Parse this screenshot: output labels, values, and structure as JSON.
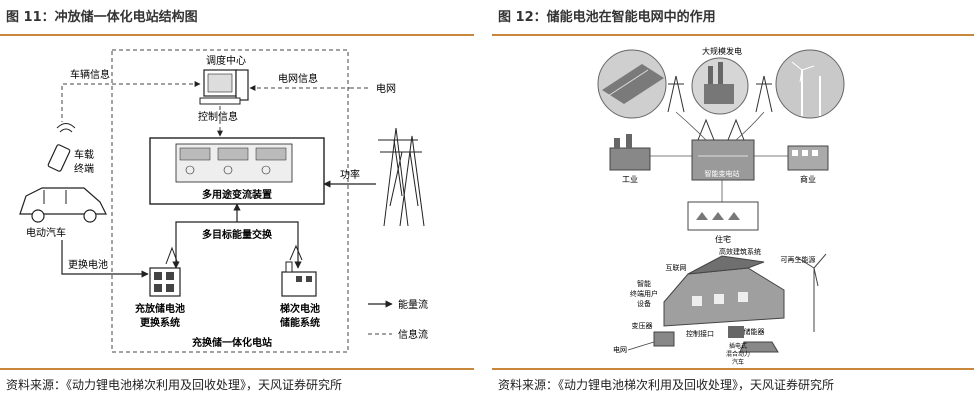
{
  "left": {
    "title": "图 11：冲放储一体化电站结构图",
    "source": "资料来源：《动力锂电池梯次利用及回收处理》，天风证券研究所",
    "diagram": {
      "dispatch_center": "调度中心",
      "vehicle_info": "车辆信息",
      "grid_info": "电网信息",
      "grid": "电网",
      "control_info": "控制信息",
      "converter": "多用途变流装置",
      "power": "功率",
      "vehicle_terminal": "车载终端",
      "ev": "电动汽车",
      "multi_target_exchange": "多目标能量交换",
      "swap_battery": "更换电池",
      "charge_swap_system": "充放储电池更换系统",
      "cascade_storage_system": "梯次电池储能系统",
      "station_name": "充换储一体化电站",
      "legend_energy": "能量流",
      "legend_info": "信息流"
    }
  },
  "right": {
    "title": "图 12：储能电池在智能电网中的作用",
    "source": "资料来源：《动力锂电池梯次利用及回收处理》，天风证券研究所",
    "diagram": {
      "large_plant": "大规模发电",
      "industry": "工业",
      "commerce": "商业",
      "substation": "智能变电站",
      "residential": "住宅",
      "efficient_building": "高效建筑系统",
      "internet": "互联网",
      "renewable": "可再生能源",
      "smart_terminal": "智能终端用户设备",
      "transformer": "变压器",
      "control_interface": "控制接口",
      "storage": "储能器",
      "ev_storage": "插电式混合动力汽车",
      "grid": "电网"
    }
  },
  "colors": {
    "accent_rule": "#c8873a",
    "ink": "#222222"
  }
}
